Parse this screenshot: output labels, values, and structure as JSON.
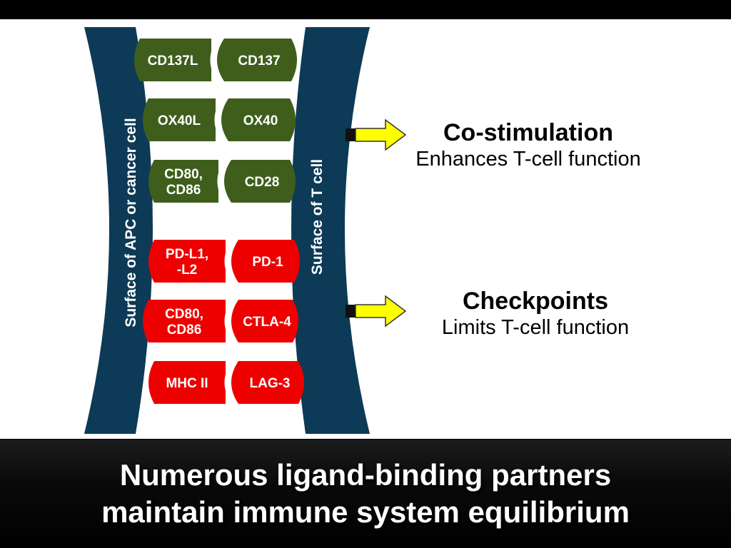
{
  "colors": {
    "membrane": "#0d3a56",
    "costim_pill": "#3f5e1c",
    "checkpoint_pill": "#ee0000",
    "arrow_fill": "#ffff00",
    "arrow_tail": "#111111"
  },
  "membranes": {
    "apc_label": "Surface of APC or cancer cell",
    "tcell_label": "Surface of T cell"
  },
  "pairs": [
    {
      "group": "costim",
      "ligand": [
        "CD137L"
      ],
      "receptor": [
        "CD137"
      ]
    },
    {
      "group": "costim",
      "ligand": [
        "OX40L"
      ],
      "receptor": [
        "OX40"
      ]
    },
    {
      "group": "costim",
      "ligand": [
        "CD80,",
        "CD86"
      ],
      "receptor": [
        "CD28"
      ]
    },
    {
      "group": "checkpoint",
      "ligand": [
        "PD-L1,",
        "-L2"
      ],
      "receptor": [
        "PD-1"
      ]
    },
    {
      "group": "checkpoint",
      "ligand": [
        "CD80,",
        "CD86"
      ],
      "receptor": [
        "CTLA-4"
      ]
    },
    {
      "group": "checkpoint",
      "ligand": [
        "MHC II"
      ],
      "receptor": [
        "LAG-3"
      ]
    }
  ],
  "costim": {
    "title": "Co-stimulation",
    "subtitle": "Enhances T-cell function",
    "arrow_icon": "arrow-right-icon"
  },
  "checkpoints": {
    "title": "Checkpoints",
    "subtitle": "Limits T-cell function",
    "arrow_icon": "arrow-right-icon"
  },
  "footer": {
    "line1": "Numerous ligand-binding partners",
    "line2": "maintain immune system equilibrium"
  }
}
